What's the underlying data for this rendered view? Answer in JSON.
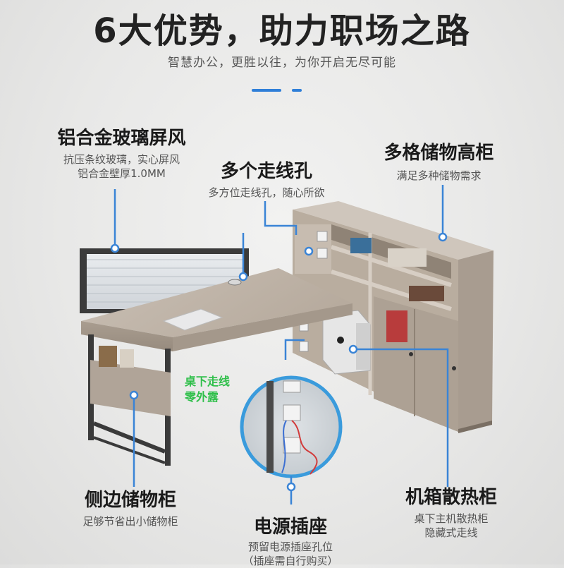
{
  "header": {
    "title": "6大优势，助力职场之路",
    "subtitle": "智慧办公，更胜以往，为你开启无尽可能"
  },
  "features": {
    "screen": {
      "title": "铝合金玻璃屏风",
      "desc1": "抗压条纹玻璃，实心屏风",
      "desc2": "铝合金壁厚1.0MM"
    },
    "cable_holes": {
      "title": "多个走线孔",
      "desc": "多方位走线孔，随心所欲"
    },
    "tall_cabinet": {
      "title": "多格储物高柜",
      "desc": "满足多种储物需求"
    },
    "side_cabinet": {
      "title": "侧边储物柜",
      "desc": "足够节省出小储物柜"
    },
    "power_socket": {
      "title": "电源插座",
      "desc1": "预留电源插座孔位",
      "desc2": "（插座需自行购买）"
    },
    "cooling_cabinet": {
      "title": "机箱散热柜",
      "desc1": "桌下主机散热柜",
      "desc2": "隐藏式走线"
    }
  },
  "callout": {
    "line1": "桌下走线",
    "line2": "零外露"
  },
  "colors": {
    "accent": "#2f7fd8",
    "wood": "#b3a89c",
    "frame": "#3a3a3a",
    "highlight": "#2fbf4a"
  }
}
